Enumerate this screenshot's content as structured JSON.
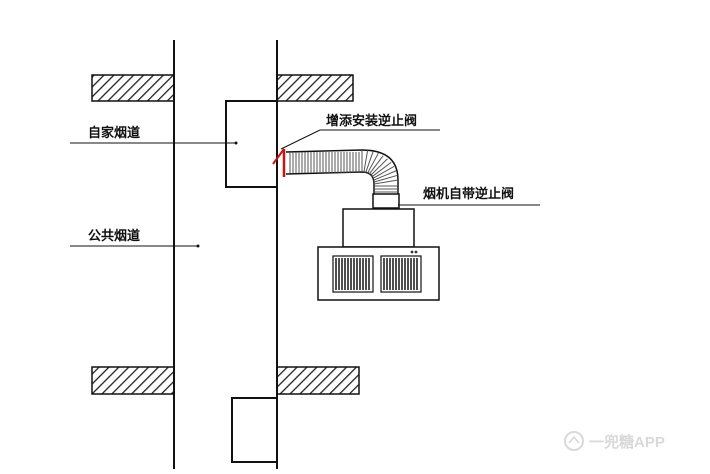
{
  "diagram": {
    "labels": {
      "own_flue": "自家烟道",
      "public_flue": "公共烟道",
      "added_check_valve": "增添安装逆止阀",
      "hood_builtin_valve": "烟机自带逆止阀"
    },
    "watermark": "一兜糖APP",
    "colors": {
      "line": "#111111",
      "valve": "#cc1111",
      "hatch": "#222222",
      "watermark": "#d9d9d9"
    }
  }
}
